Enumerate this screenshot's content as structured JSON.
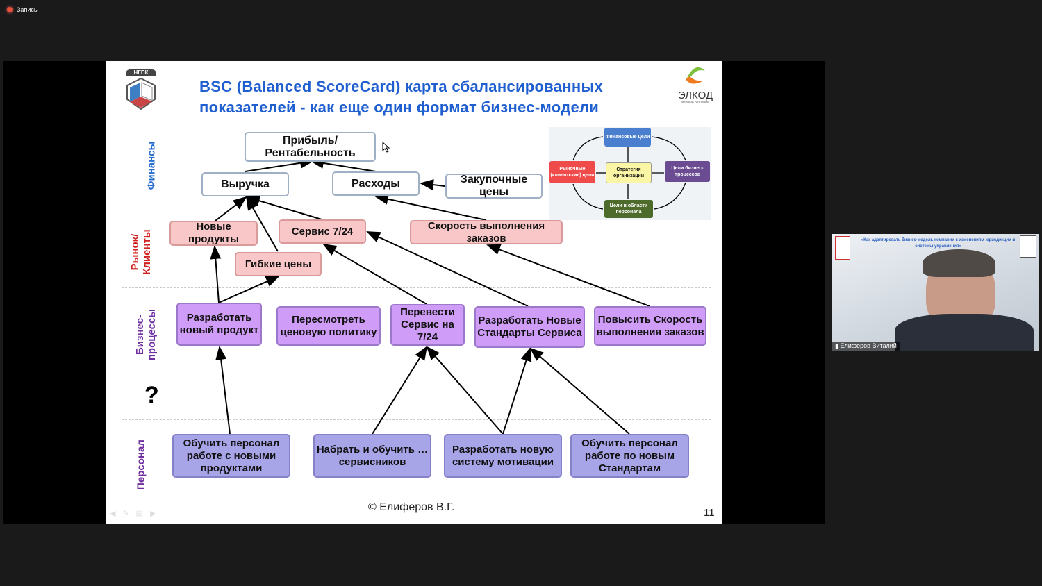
{
  "recording": {
    "label": "Запись"
  },
  "slide": {
    "title_line1": "BSC (Balanced ScoreCard) карта сбалансированных",
    "title_line2": "показателей  - как еще один формат бизнес-модели",
    "logo_left": "НГПК",
    "logo_right": "ЭЛКОД",
    "logo_right_tagline": "верные решения",
    "rows": {
      "finance": "Финансы",
      "market": "Рынок/ Клиенты",
      "process": "Бизнес- процессы",
      "unknown": "?",
      "personnel": "Персонал"
    },
    "finance": {
      "profit": "Прибыль/ Рентабельность",
      "revenue": "Выручка",
      "costs": "Расходы",
      "purchase": "Закупочные цены"
    },
    "market": {
      "new_products": "Новые продукты",
      "service": "Сервис 7/24",
      "speed": "Скорость выполнения заказов",
      "flex_prices": "Гибкие цены"
    },
    "process": {
      "develop_product": "Разработать новый продукт",
      "review_pricing": "Пересмотреть ценовую политику",
      "move_service": "Перевести Сервис на 7/24",
      "develop_standards": "Разработать Новые Стандарты Сервиса",
      "increase_speed": "Повысить Скорость выполнения заказов"
    },
    "personnel": {
      "train_products": "Обучить персонал работе с новыми продуктами",
      "hire": "Набрать и обучить … сервисников",
      "motivation": "Разработать новую систему мотивации",
      "train_standards": "Обучить персонал работе по новым Стандартам"
    },
    "mini": {
      "fin": "Финансовые цели",
      "market": "Рыночные (клиентские) цели",
      "strategy": "Стратегия организации",
      "process": "Цели бизнес-процессов",
      "personnel": "Цели в области персонала"
    },
    "footer": "© Елиферов В.Г.",
    "page_number": "11"
  },
  "video": {
    "banner": "«Как адаптировать бизнес-модель компании к изменениям юрисдикции и системы управления»",
    "participant": "Елиферов Виталий"
  }
}
